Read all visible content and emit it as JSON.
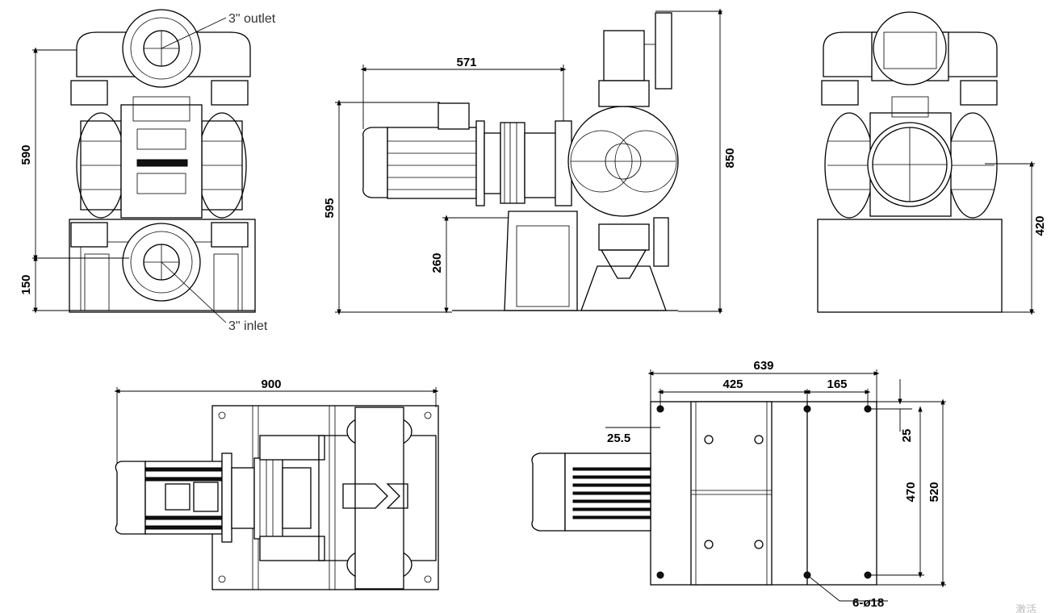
{
  "front_view": {
    "outlet_label": "3\" outlet",
    "inlet_label": "3\" inlet",
    "dim_total_height": "590",
    "dim_inlet_height": "150"
  },
  "side_view": {
    "dim_length": "571",
    "dim_motor_height": "595",
    "dim_base_height": "260",
    "dim_total_height": "850"
  },
  "rear_view": {
    "dim_height": "420"
  },
  "top_view": {
    "dim_width": "900"
  },
  "base_view": {
    "dim_total": "639",
    "dim_hole_spacing_1": "425",
    "dim_hole_spacing_2": "165",
    "dim_edge_offset": "25.5",
    "dim_top_offset": "25",
    "dim_hole_depth": "470",
    "dim_depth": "520",
    "hole_spec": "6-ø18"
  },
  "watermark": "激活"
}
